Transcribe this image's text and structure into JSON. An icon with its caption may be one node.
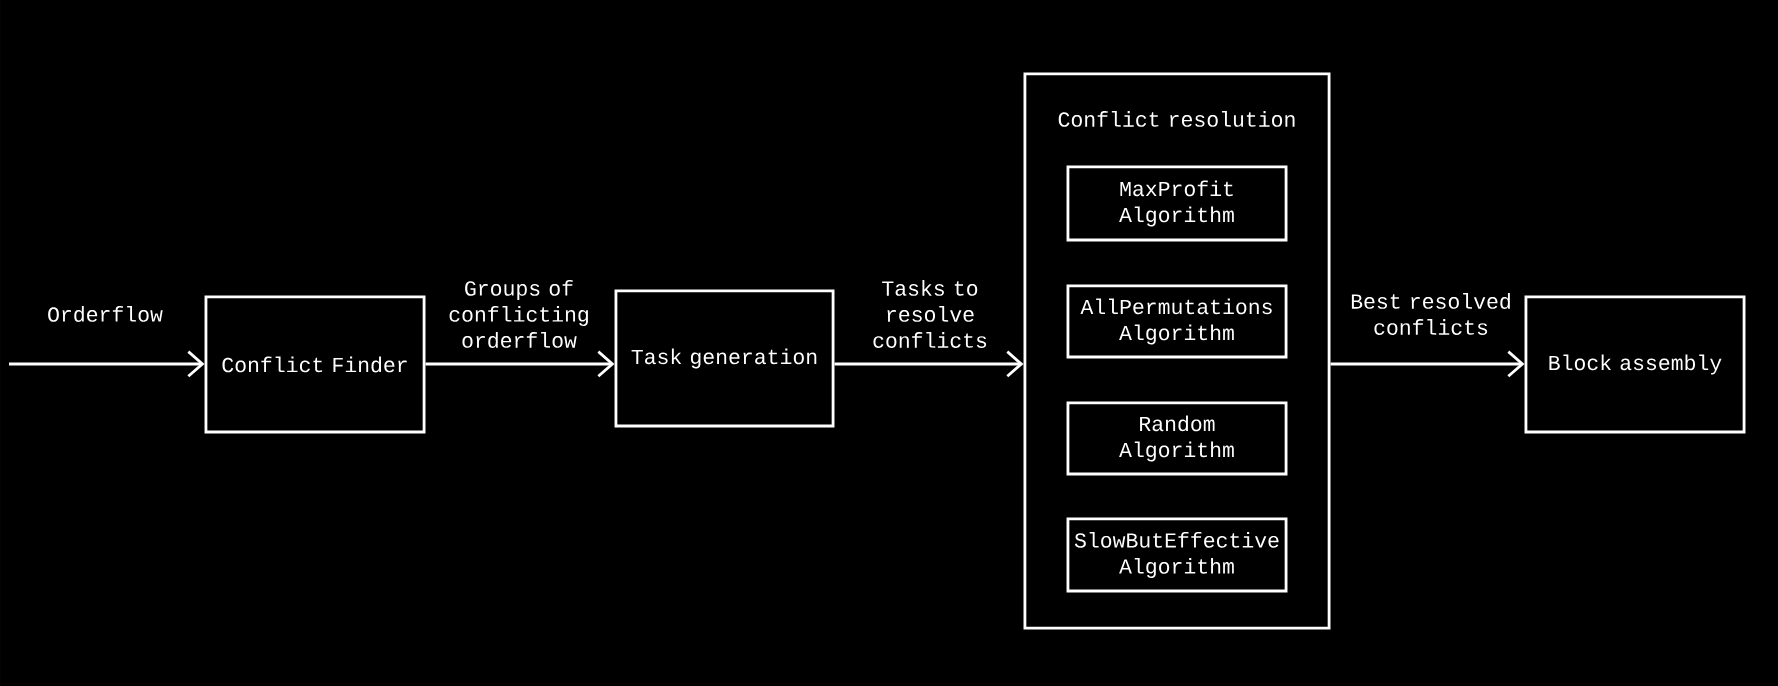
{
  "diagram": {
    "nodes": [
      {
        "text": [
          "Conflict Finder"
        ]
      },
      {
        "text": [
          "Task generation"
        ]
      },
      {
        "text": [
          "Conflict resolution"
        ]
      },
      {
        "text": [
          "MaxProfit Algorithm"
        ],
        "in": 2
      },
      {
        "text": [
          "AllPermutations Algorithm"
        ],
        "in": 2
      },
      {
        "text": [
          "Random Algorithm"
        ],
        "in": 2
      },
      {
        "text": [
          "SlowButEffective Algorithm"
        ],
        "in": 2
      },
      {
        "text": [
          "Block assembly"
        ]
      }
    ],
    "edges": [
      {
        "from": null,
        "to": 0,
        "arrow": "to",
        "label": "Orderflow"
      },
      {
        "from": 0,
        "to": 1,
        "arrow": "to",
        "label": "Groups of conflicting orderflow"
      },
      {
        "from": 1,
        "to": 2,
        "arrow": "to",
        "label": "Tasks to resolve conflicts"
      },
      {
        "from": 2,
        "to": 7,
        "arrow": "to",
        "label": "Best resolved conflicts"
      }
    ]
  }
}
